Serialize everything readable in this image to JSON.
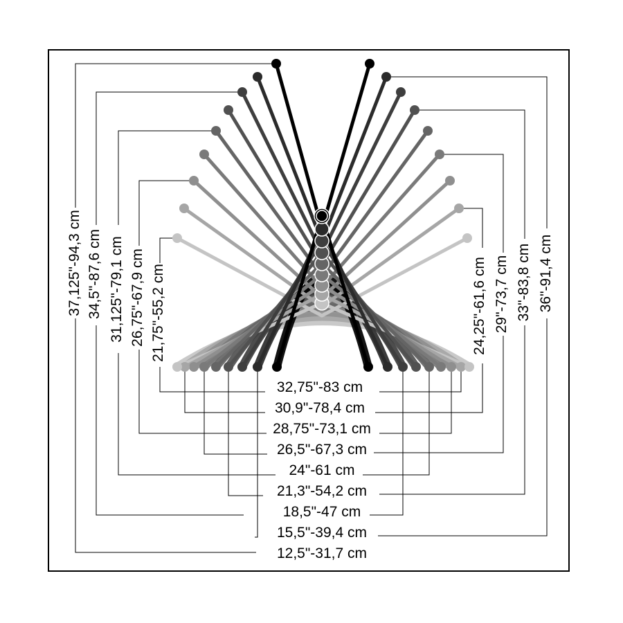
{
  "labels": {
    "left_vertical": [
      "37,125\"-94,3 cm",
      "34,5\"-87,6 cm",
      "31,125\"-79,1 cm",
      "26,75\"-67,9 cm",
      "21,75\"-55,2 cm"
    ],
    "right_vertical": [
      "24,25\"-61,6 cm",
      "29\"-73,7 cm",
      "33\"-83,8 cm",
      "36\"-91,4 cm"
    ],
    "bottom": [
      "32,75\"-83 cm",
      "30,9\"-78,4 cm",
      "28,75\"-73,1 cm",
      "26,5\"-67,3 cm",
      "24\"-61 cm",
      "21,3\"-54,2 cm",
      "18,5\"-47 cm",
      "15,5\"-39,4 cm",
      "12,5\"-31,7 cm"
    ]
  },
  "colors": {
    "shades": [
      "#000000",
      "#2b2b2b",
      "#3e3e3e",
      "#515151",
      "#656565",
      "#7a7a7a",
      "#8f8f8f",
      "#a6a6a6",
      "#c4c4c4"
    ],
    "frame": "#000000",
    "background": "#ffffff"
  }
}
